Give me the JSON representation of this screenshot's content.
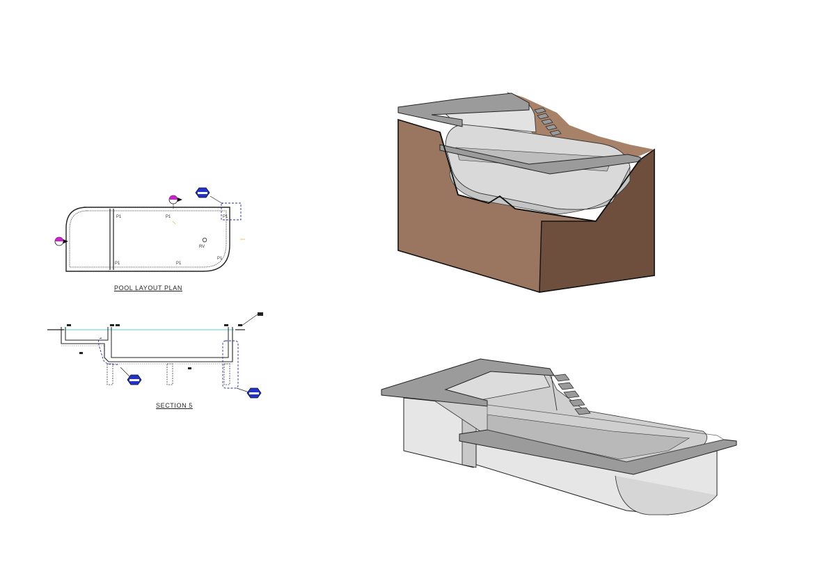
{
  "drawings": {
    "plan": {
      "title": "POOL LAYOUT PLAN",
      "labels": [
        {
          "id": "p1_a",
          "text": "P1"
        },
        {
          "id": "p1_b",
          "text": "P1"
        },
        {
          "id": "p1_c",
          "text": "P1"
        },
        {
          "id": "p1_d",
          "text": "P1"
        },
        {
          "id": "p1_e",
          "text": "P1"
        },
        {
          "id": "p1_f",
          "text": "P1"
        },
        {
          "id": "rv",
          "text": "RV"
        }
      ]
    },
    "section": {
      "title": "SECTION 5"
    }
  },
  "colors": {
    "soil": "#9a7560",
    "soil_dark": "#6e4f3d",
    "concrete_light": "#e6e6e6",
    "concrete_mid": "#c8c8c8",
    "coping": "#9b9b9b",
    "water_line": "#7fd6d6",
    "marker_blue": "#2233cc",
    "marker_magenta": "#cc22cc",
    "callout_blue": "#2a2aa0"
  },
  "icons": {
    "section_marker": "section-marker-icon",
    "detail_marker": "detail-marker-icon"
  }
}
